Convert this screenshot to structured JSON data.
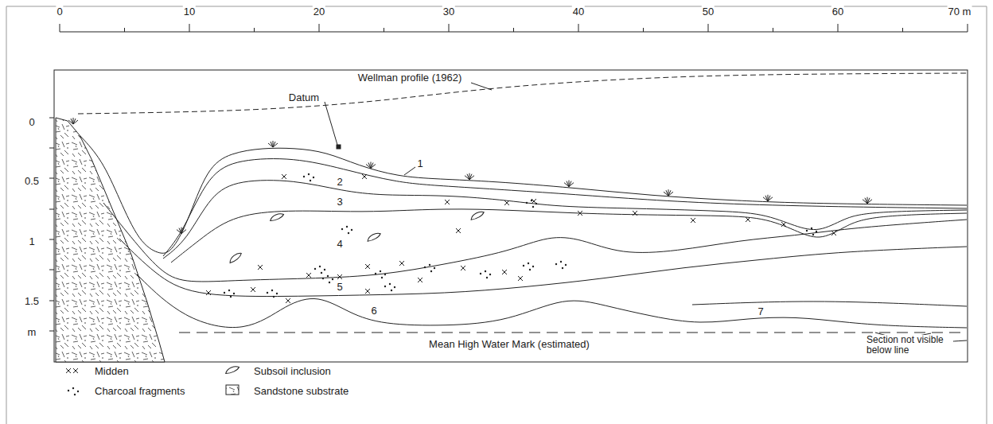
{
  "diagram": {
    "labels": [
      "0",
      "10",
      "20",
      "30",
      "40",
      "50",
      "60",
      "70 m",
      "0",
      "0.5",
      "1",
      "1.5",
      "m",
      "Wellman profile (1962)",
      "Datum",
      "1",
      "2",
      "3",
      "4",
      "5",
      "6",
      "7",
      "Mean High Water Mark (estimated)",
      "Section not visible below line"
    ],
    "legend": [
      {
        "text": "Midden"
      },
      {
        "text": "Subsoil inclusion"
      },
      {
        "text": "Charcoal fragments"
      },
      {
        "text": "Sandstone substrate"
      }
    ]
  }
}
